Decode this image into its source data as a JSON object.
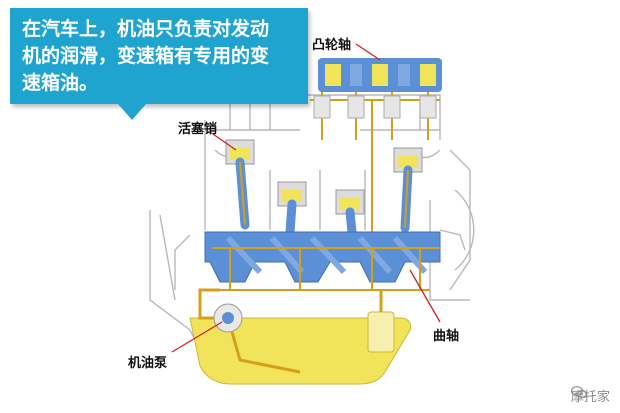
{
  "callout": {
    "line1": "在汽车上，机油只负责对发动",
    "line2": "机的润滑，变速箱有专用的变",
    "line3": "速箱油。"
  },
  "labels": {
    "camshaft": "凸轮轴",
    "piston_pin": "活塞销",
    "crankshaft": "曲轴",
    "oil_pump": "机油泵"
  },
  "watermark": {
    "icon": "wechat-icon",
    "text": "摩托家"
  },
  "colors": {
    "callout_bg": "#1fa4cf",
    "block_blue": "#5b8fd6",
    "oil_yellow": "#f2e45a",
    "oil_line": "#d4a017",
    "leader_red": "#cc2222",
    "outline_gray": "#b8b8b8"
  }
}
